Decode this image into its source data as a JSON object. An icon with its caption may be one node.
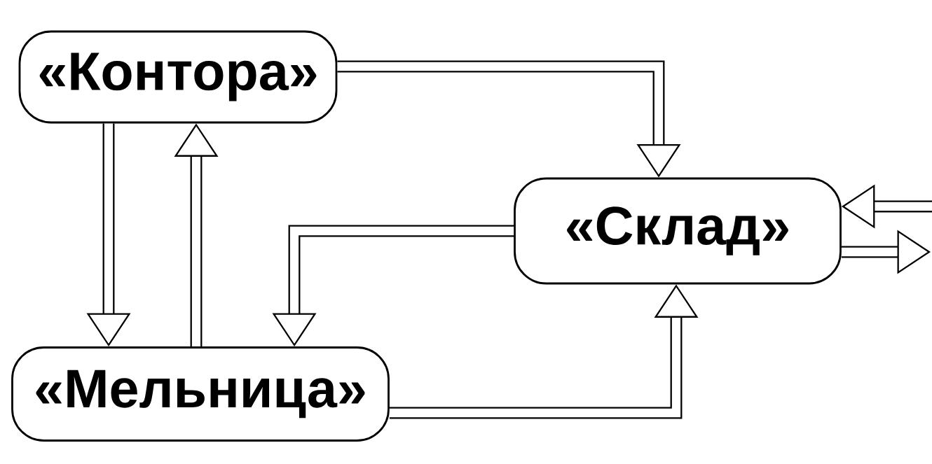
{
  "diagram": {
    "nodes": [
      {
        "text": [
          "«Контора»"
        ]
      },
      {
        "text": [
          "«Склад»"
        ]
      },
      {
        "text": [
          "«Мельница»"
        ]
      }
    ],
    "edges": [
      {
        "from": 0,
        "to": 1,
        "arrow": "to"
      },
      {
        "from": 0,
        "to": 2,
        "arrow": "to"
      },
      {
        "from": 2,
        "to": 0,
        "arrow": "to"
      },
      {
        "from": 1,
        "to": 2,
        "arrow": "to"
      },
      {
        "from": 2,
        "to": 1,
        "arrow": "to"
      },
      {
        "from": null,
        "to": 1,
        "arrow": "to"
      },
      {
        "from": 1,
        "to": null,
        "arrow": "to"
      }
    ]
  }
}
